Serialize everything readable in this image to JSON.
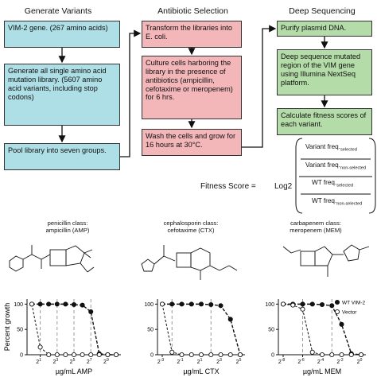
{
  "workflow": {
    "columns": [
      {
        "title": "Generate Variants",
        "boxes": [
          "VIM-2 gene. (267 amino acids)",
          "Generate all single amino acid mutation library. (5607 amino acid variants, including stop codons)",
          "Pool library into seven groups."
        ]
      },
      {
        "title": "Antibiotic Selection",
        "boxes": [
          "Transform the libraries into E. coli.",
          "Culture cells harboring the library in the presence of antibiotics (ampicillin, cefotaxime or meropenem) for 6 hrs.",
          "Wash the cells and grow for 16 hours at 30°C."
        ]
      },
      {
        "title": "Deep Sequencing",
        "boxes": [
          "Purify plasmid DNA.",
          "Deep sequence mutated region of the VIM gene using Illumina NextSeq platform.",
          "Calculate fitness scores of each variant."
        ]
      }
    ],
    "fitness": {
      "label": "Fitness Score =",
      "log": "Log2",
      "num_variant": "Variant freq.",
      "sub_selected": "selected",
      "sub_non_selected": "non-selected",
      "num_wt": "WT freq."
    }
  },
  "classes": [
    {
      "title_line1": "penicillin class:",
      "title_line2": "ampicillin (AMP)"
    },
    {
      "title_line1": "cephalosporin class:",
      "title_line2": "cefotaxime (CTX)"
    },
    {
      "title_line1": "carbapenem class:",
      "title_line2": "meropenem (MEM)"
    }
  ],
  "colors": {
    "blue": "#aedfe6",
    "red": "#f3b6b9",
    "green": "#b4dca8",
    "arrow": "#111111"
  },
  "chart_data": [
    {
      "type": "line",
      "xlabel": "µg/mL AMP",
      "ylabel": "Percent growth",
      "x_scale": "log2",
      "x_ticks": [
        "2^1",
        "2^3",
        "2^5",
        "2^7",
        "2^9"
      ],
      "yticks": [
        "0",
        "50",
        "100"
      ],
      "ylim": [
        0,
        110
      ],
      "dashed_vlines": [
        1,
        3,
        5,
        7
      ],
      "series": [
        {
          "name": "WT VIM-2",
          "marker": "filled",
          "points": [
            [
              0,
              100
            ],
            [
              1,
              100
            ],
            [
              2,
              100
            ],
            [
              3,
              100
            ],
            [
              4,
              100
            ],
            [
              5,
              99
            ],
            [
              6,
              98
            ],
            [
              7,
              85
            ],
            [
              8,
              2
            ],
            [
              9,
              0
            ],
            [
              10,
              0
            ]
          ]
        },
        {
          "name": "Vector",
          "marker": "open",
          "points": [
            [
              0,
              100
            ],
            [
              1,
              15
            ],
            [
              2,
              0
            ],
            [
              3,
              0
            ],
            [
              4,
              0
            ],
            [
              5,
              0
            ],
            [
              6,
              0
            ],
            [
              7,
              0
            ],
            [
              8,
              0
            ],
            [
              9,
              0
            ],
            [
              10,
              0
            ]
          ]
        }
      ]
    },
    {
      "type": "line",
      "xlabel": "µg/mL CTX",
      "ylabel": "",
      "x_scale": "log2",
      "x_ticks": [
        "2^-3",
        "2^-1",
        "2^1",
        "2^3",
        "2^5"
      ],
      "yticks": [
        "0",
        "50",
        "100"
      ],
      "ylim": [
        0,
        110
      ],
      "dashed_vlines": [
        -2,
        2
      ],
      "series": [
        {
          "name": "WT VIM-2",
          "marker": "filled",
          "points": [
            [
              -3,
              100
            ],
            [
              -2,
              100
            ],
            [
              -1,
              100
            ],
            [
              0,
              100
            ],
            [
              1,
              100
            ],
            [
              2,
              99
            ],
            [
              3,
              97
            ],
            [
              4,
              70
            ],
            [
              5,
              0
            ]
          ]
        },
        {
          "name": "Vector",
          "marker": "open",
          "points": [
            [
              -3,
              100
            ],
            [
              -2,
              5
            ],
            [
              -1,
              0
            ],
            [
              0,
              0
            ],
            [
              1,
              0
            ],
            [
              2,
              0
            ],
            [
              3,
              0
            ],
            [
              4,
              0
            ],
            [
              5,
              0
            ]
          ]
        }
      ]
    },
    {
      "type": "line",
      "xlabel": "µg/mL MEM",
      "ylabel": "",
      "x_scale": "log2",
      "x_ticks": [
        "2^-8",
        "2^-6",
        "2^-4",
        "2^-2",
        "2^0"
      ],
      "yticks": [
        "0",
        "50",
        "100"
      ],
      "ylim": [
        0,
        110
      ],
      "dashed_vlines": [
        -6,
        -3
      ],
      "series": [
        {
          "name": "WT VIM-2",
          "marker": "filled",
          "points": [
            [
              -8,
              100
            ],
            [
              -7,
              100
            ],
            [
              -6,
              100
            ],
            [
              -5,
              100
            ],
            [
              -4,
              99
            ],
            [
              -3,
              97
            ],
            [
              -2,
              60
            ],
            [
              -1,
              2
            ],
            [
              0,
              0
            ]
          ]
        },
        {
          "name": "Vector",
          "marker": "open",
          "points": [
            [
              -8,
              100
            ],
            [
              -7,
              98
            ],
            [
              -6,
              90
            ],
            [
              -5,
              5
            ],
            [
              -4,
              0
            ],
            [
              -3,
              0
            ],
            [
              -2,
              0
            ],
            [
              -1,
              0
            ],
            [
              0,
              0
            ]
          ]
        }
      ],
      "legend": [
        "WT VIM-2",
        "Vector"
      ],
      "legend_position": "top-right"
    }
  ]
}
